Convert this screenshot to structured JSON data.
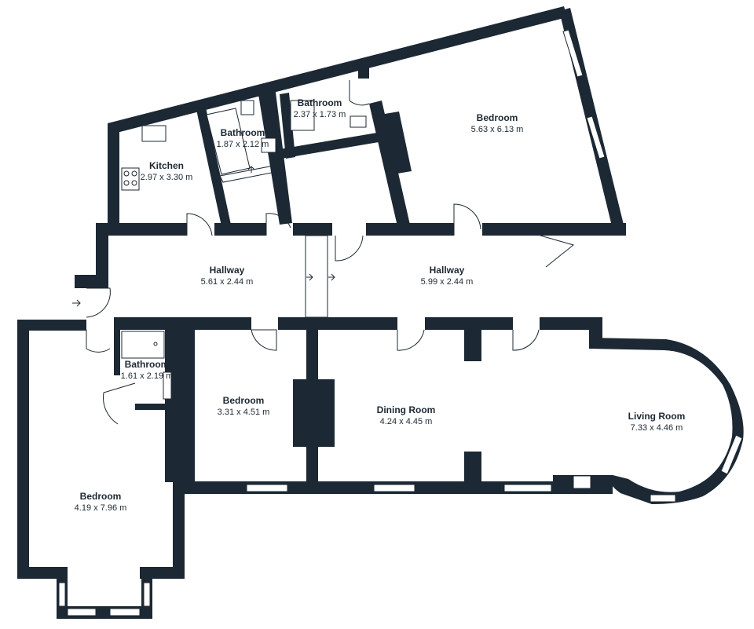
{
  "rooms": [
    {
      "name": "Bedroom",
      "dims": "5.63 x 6.13 m"
    },
    {
      "name": "Bathroom",
      "dims": "2.37 x 1.73 m"
    },
    {
      "name": "Bathroom",
      "dims": "1.87 x 2.12 m"
    },
    {
      "name": "Kitchen",
      "dims": "2.97 x 3.30 m"
    },
    {
      "name": "Hallway",
      "dims": "5.61 x 2.44 m"
    },
    {
      "name": "Hallway",
      "dims": "5.99 x 2.44 m"
    },
    {
      "name": "Bathroom",
      "dims": "1.61 x 2.19 m"
    },
    {
      "name": "Bedroom",
      "dims": "3.31 x 4.51 m"
    },
    {
      "name": "Dining Room",
      "dims": "4.24 x 4.45 m"
    },
    {
      "name": "Living Room",
      "dims": "7.33 x 4.46 m"
    },
    {
      "name": "Bedroom",
      "dims": "4.19 x 7.96 m"
    }
  ],
  "colors": {
    "wall": "#1c2833",
    "background": "#ffffff"
  }
}
